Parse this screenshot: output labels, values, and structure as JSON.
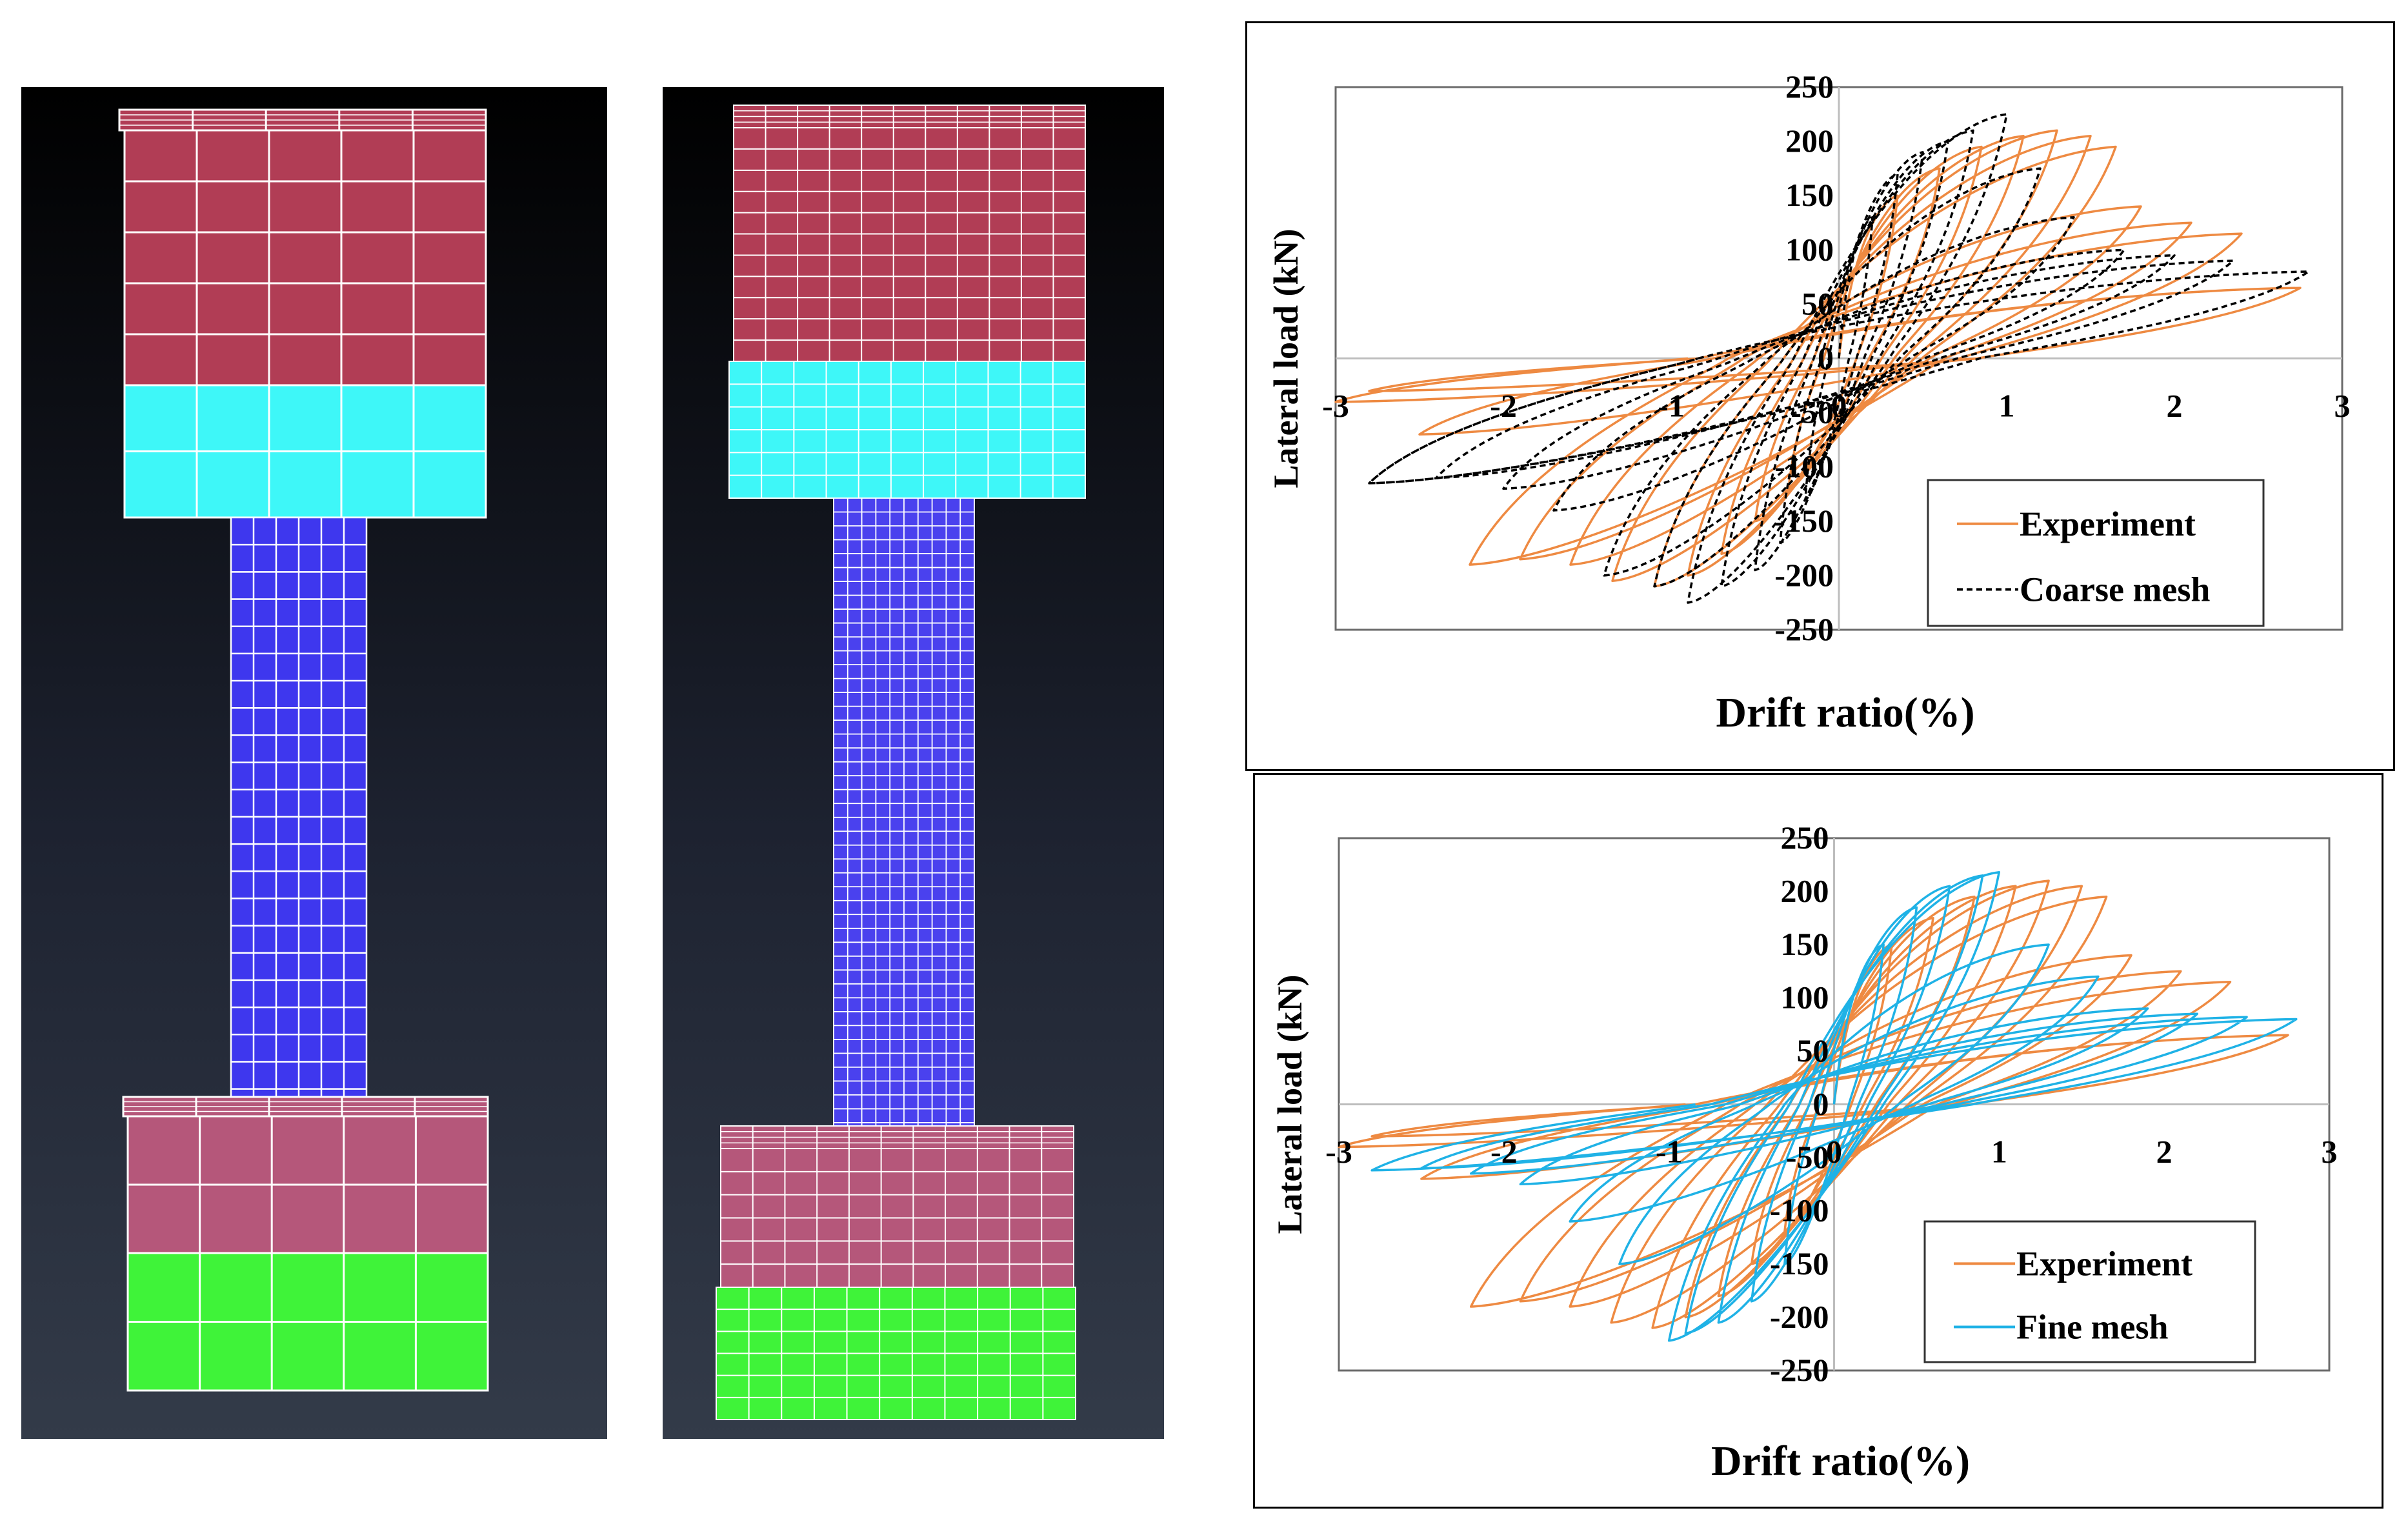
{
  "mesh_models": [
    {
      "name": "coarse",
      "colors": {
        "top_block": "#b13d55",
        "top_band": "#3ef7f8",
        "column": "#3e37ee",
        "base_upper": "#b5577a",
        "base_lower": "#3ff339",
        "grid": "#ffffff"
      }
    },
    {
      "name": "fine",
      "colors": {
        "top_block": "#b13d55",
        "top_band": "#3ef7f8",
        "column": "#4a41ee",
        "base_upper": "#b5577a",
        "base_lower": "#3ff339",
        "grid": "#ffffff"
      }
    }
  ],
  "chart_data": [
    {
      "type": "line",
      "title": "",
      "xlabel": "Drift ratio(%)",
      "ylabel": "Lateral load (kN)",
      "xlim": [
        -3,
        3
      ],
      "ylim": [
        -250,
        250
      ],
      "x_ticks": [
        "-3",
        "-2",
        "-1",
        "0",
        "1",
        "2",
        "3"
      ],
      "y_ticks": [
        "250",
        "200",
        "150",
        "100",
        "50",
        "0",
        "-50",
        "-100",
        "-150",
        "-200",
        "-250"
      ],
      "legend_position": "bottom-right",
      "series": [
        {
          "name": "Experiment",
          "color": "#ee8a42",
          "dash": "solid",
          "peaks_pos": [
            [
              0.35,
              150
            ],
            [
              0.6,
              175
            ],
            [
              0.85,
              195
            ],
            [
              1.1,
              205
            ],
            [
              1.3,
              210
            ],
            [
              1.5,
              205
            ],
            [
              1.65,
              195
            ],
            [
              1.8,
              140
            ],
            [
              2.1,
              125
            ],
            [
              2.4,
              115
            ],
            [
              2.75,
              65
            ]
          ],
          "peaks_neg": [
            [
              -0.3,
              -120
            ],
            [
              -0.5,
              -150
            ],
            [
              -0.7,
              -180
            ],
            [
              -0.9,
              -200
            ],
            [
              -1.1,
              -210
            ],
            [
              -1.35,
              -205
            ],
            [
              -1.6,
              -190
            ],
            [
              -1.9,
              -185
            ],
            [
              -2.2,
              -190
            ],
            [
              -2.5,
              -70
            ],
            [
              -2.8,
              -30
            ],
            [
              -3.0,
              -40
            ]
          ]
        },
        {
          "name": "Coarse mesh",
          "color": "#000000",
          "dash": "dashed",
          "peaks_pos": [
            [
              0.2,
              130
            ],
            [
              0.35,
              170
            ],
            [
              0.5,
              190
            ],
            [
              0.65,
              200
            ],
            [
              0.8,
              210
            ],
            [
              1.0,
              225
            ],
            [
              1.2,
              175
            ],
            [
              1.4,
              130
            ],
            [
              1.7,
              100
            ],
            [
              2.0,
              95
            ],
            [
              2.35,
              90
            ],
            [
              2.8,
              80
            ]
          ],
          "peaks_neg": [
            [
              -0.2,
              -130
            ],
            [
              -0.35,
              -170
            ],
            [
              -0.5,
              -195
            ],
            [
              -0.7,
              -210
            ],
            [
              -0.9,
              -225
            ],
            [
              -1.1,
              -210
            ],
            [
              -1.4,
              -200
            ],
            [
              -1.7,
              -140
            ],
            [
              -2.0,
              -120
            ],
            [
              -2.4,
              -110
            ],
            [
              -2.8,
              -115
            ]
          ]
        }
      ]
    },
    {
      "type": "line",
      "title": "",
      "xlabel": "Drift ratio(%)",
      "ylabel": "Lateral load (kN)",
      "xlim": [
        -3,
        3
      ],
      "ylim": [
        -250,
        250
      ],
      "x_ticks": [
        "-3",
        "-2",
        "-1",
        "0",
        "1",
        "2",
        "3"
      ],
      "y_ticks": [
        "250",
        "200",
        "150",
        "100",
        "50",
        "0",
        "-50",
        "-100",
        "-150",
        "-200",
        "-250"
      ],
      "legend_position": "bottom-right",
      "series": [
        {
          "name": "Experiment",
          "color": "#ee8a42",
          "dash": "solid",
          "peaks_pos": [
            [
              0.35,
              150
            ],
            [
              0.6,
              175
            ],
            [
              0.85,
              195
            ],
            [
              1.1,
              205
            ],
            [
              1.3,
              210
            ],
            [
              1.5,
              205
            ],
            [
              1.65,
              195
            ],
            [
              1.8,
              140
            ],
            [
              2.1,
              125
            ],
            [
              2.4,
              115
            ],
            [
              2.75,
              65
            ]
          ],
          "peaks_neg": [
            [
              -0.3,
              -120
            ],
            [
              -0.5,
              -150
            ],
            [
              -0.7,
              -180
            ],
            [
              -0.9,
              -200
            ],
            [
              -1.1,
              -210
            ],
            [
              -1.35,
              -205
            ],
            [
              -1.6,
              -190
            ],
            [
              -1.9,
              -185
            ],
            [
              -2.2,
              -190
            ],
            [
              -2.5,
              -70
            ],
            [
              -2.8,
              -30
            ],
            [
              -3.0,
              -40
            ]
          ]
        },
        {
          "name": "Fine mesh",
          "color": "#1fb2e6",
          "dash": "solid",
          "peaks_pos": [
            [
              0.3,
              150
            ],
            [
              0.5,
              185
            ],
            [
              0.7,
              205
            ],
            [
              0.9,
              215
            ],
            [
              1.0,
              218
            ],
            [
              1.3,
              150
            ],
            [
              1.6,
              120
            ],
            [
              1.9,
              90
            ],
            [
              2.2,
              85
            ],
            [
              2.5,
              82
            ],
            [
              2.8,
              80
            ]
          ],
          "peaks_neg": [
            [
              -0.3,
              -150
            ],
            [
              -0.5,
              -185
            ],
            [
              -0.7,
              -205
            ],
            [
              -0.9,
              -215
            ],
            [
              -1.0,
              -222
            ],
            [
              -1.3,
              -150
            ],
            [
              -1.6,
              -110
            ],
            [
              -1.9,
              -75
            ],
            [
              -2.2,
              -65
            ],
            [
              -2.5,
              -60
            ],
            [
              -2.8,
              -62
            ]
          ]
        }
      ]
    }
  ]
}
